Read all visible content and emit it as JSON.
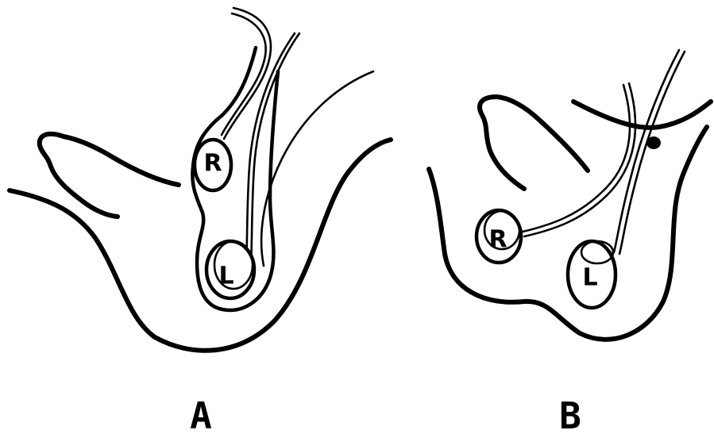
{
  "panels": [
    {
      "id": "A",
      "label": "A",
      "upper_organ": "R",
      "lower_organ": "L"
    },
    {
      "id": "B",
      "label": "B",
      "upper_organ": "R",
      "lower_organ": "L"
    }
  ],
  "colors": {
    "ink": "#000000",
    "background": "#ffffff"
  }
}
